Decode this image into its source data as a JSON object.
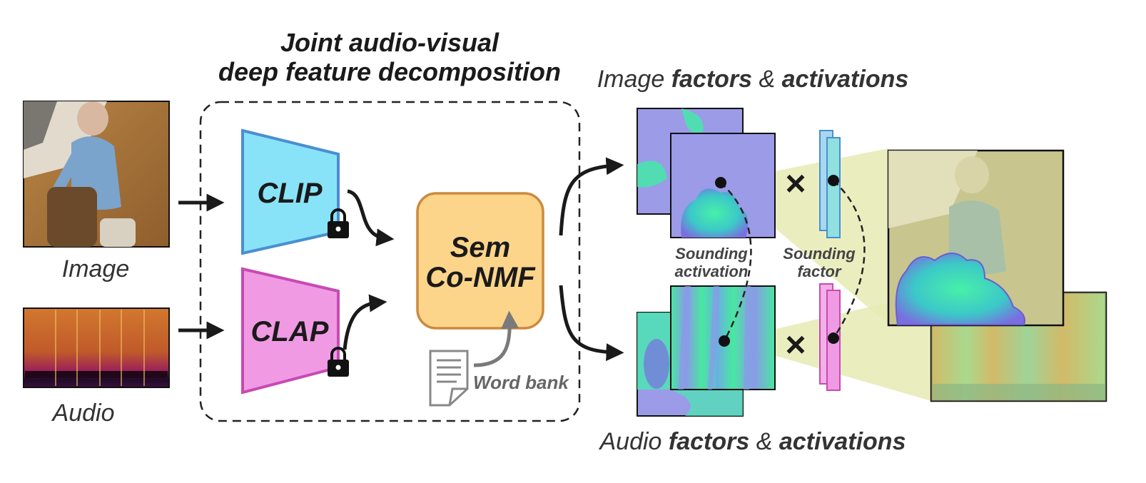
{
  "title": {
    "line1": "Joint audio-visual",
    "line2": "deep feature decomposition"
  },
  "inputs": {
    "image_label": "Image",
    "audio_label": "Audio"
  },
  "encoders": {
    "clip": "CLIP",
    "clap": "CLAP"
  },
  "nmf": {
    "line1": "Sem",
    "line2": "Co-NMF"
  },
  "word_bank": "Word bank",
  "image_factors": {
    "prefix": "Image ",
    "factors": "factors",
    "amp": " & ",
    "activations": "activations"
  },
  "audio_factors": {
    "prefix": "Audio ",
    "factors": "factors",
    "amp": " & ",
    "activations": "activations"
  },
  "sounding_activation": {
    "line1": "Sounding",
    "line2": "activation"
  },
  "sounding_factor": {
    "line1": "Sounding",
    "line2": "factor"
  },
  "multiply_symbol": "×",
  "colors": {
    "clip": "#89e3f8",
    "clip_border": "#4a8fd0",
    "clap": "#f09ae4",
    "clap_border": "#c74ab4",
    "nmf": "#fdd58a",
    "nmf_border": "#cc8a3e",
    "activation_bg": "#9b9be8",
    "activation_green": "#44e8a8",
    "highlight": "#e6ebb4"
  }
}
